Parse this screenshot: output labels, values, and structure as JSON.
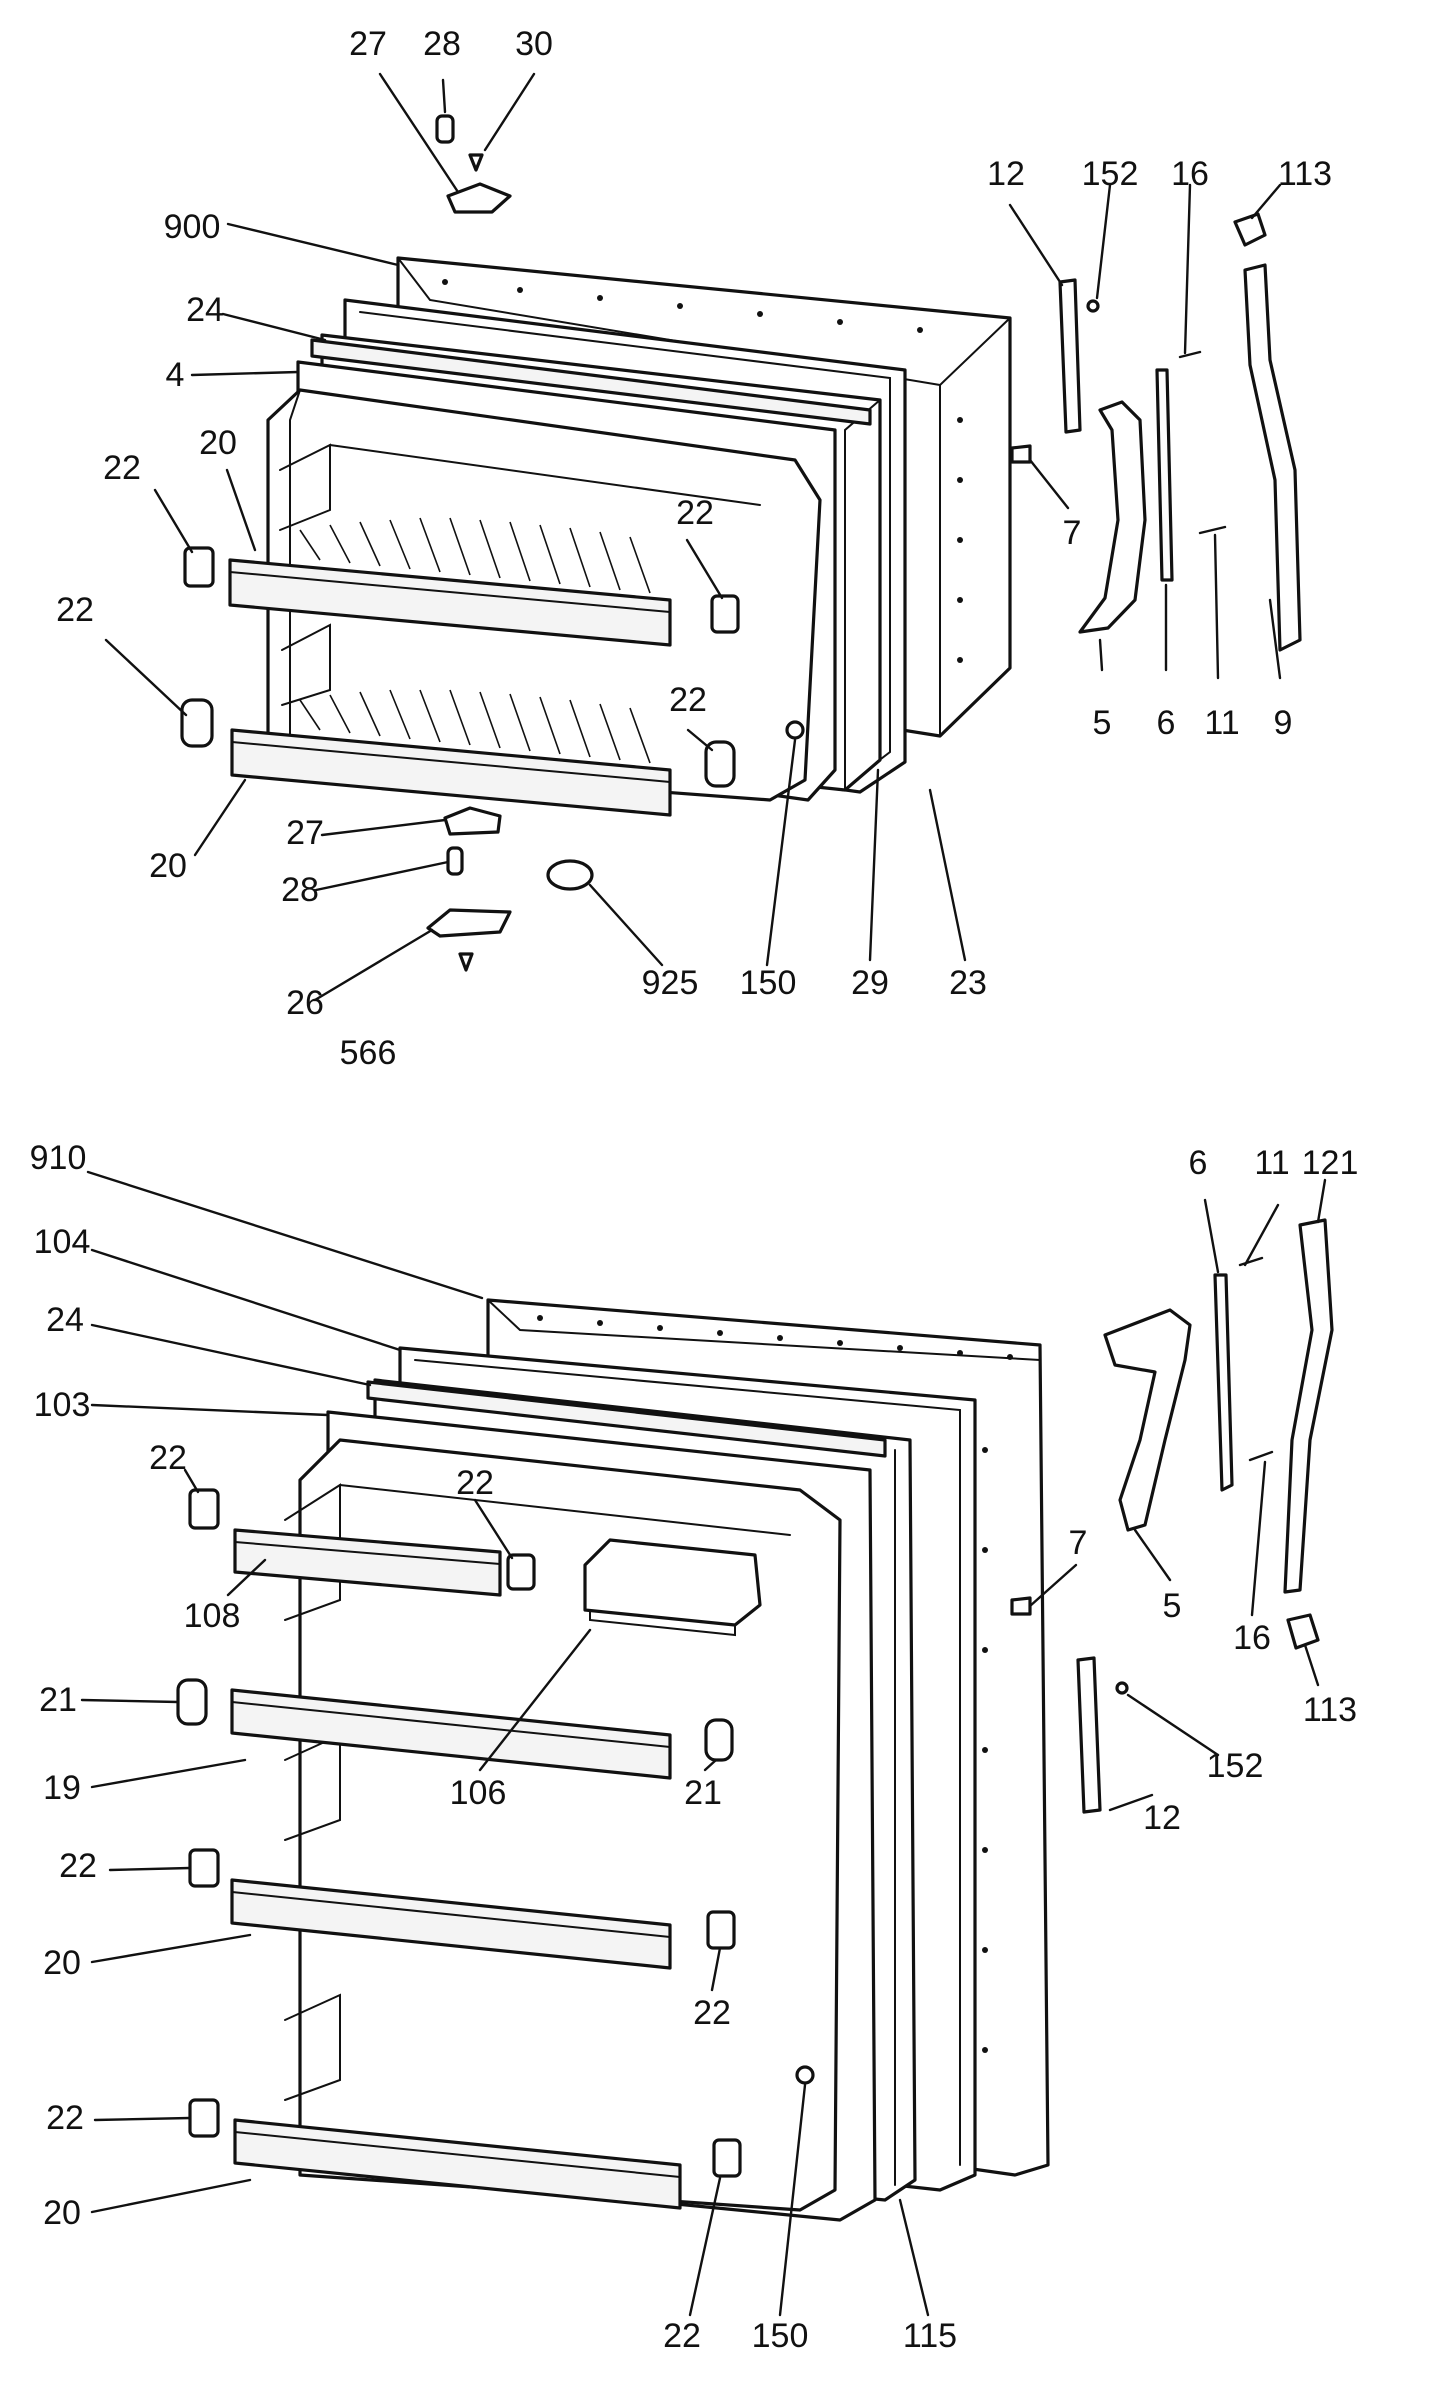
{
  "upper_door_assembly": {
    "callouts": {
      "c27a": "27",
      "c28a": "28",
      "c30": "30",
      "c900": "900",
      "c24": "24",
      "c4": "4",
      "c22a": "22",
      "c20a": "20",
      "c22b": "22",
      "c22c": "22",
      "c22d": "22",
      "c20b": "20",
      "c27b": "27",
      "c28b": "28",
      "c26": "26",
      "c566": "566",
      "c925": "925",
      "c150": "150",
      "c29": "29",
      "c23": "23",
      "c12": "12",
      "c152": "152",
      "c16": "16",
      "c113": "113",
      "c7": "7",
      "c5": "5",
      "c6": "6",
      "c11": "11",
      "c9": "9"
    }
  },
  "lower_door_assembly": {
    "callouts": {
      "c910": "910",
      "c104": "104",
      "c24": "24",
      "c103": "103",
      "c22a": "22",
      "c22b": "22",
      "c108": "108",
      "c21a": "21",
      "c19": "19",
      "c106": "106",
      "c21b": "21",
      "c22c": "22",
      "c20a": "20",
      "c22d": "22",
      "c22e": "22",
      "c20b": "20",
      "c22f": "22",
      "c150": "150",
      "c115": "115",
      "c6": "6",
      "c11": "11",
      "c121": "121",
      "c7": "7",
      "c5": "5",
      "c16": "16",
      "c113": "113",
      "c152": "152",
      "c12": "12"
    }
  }
}
